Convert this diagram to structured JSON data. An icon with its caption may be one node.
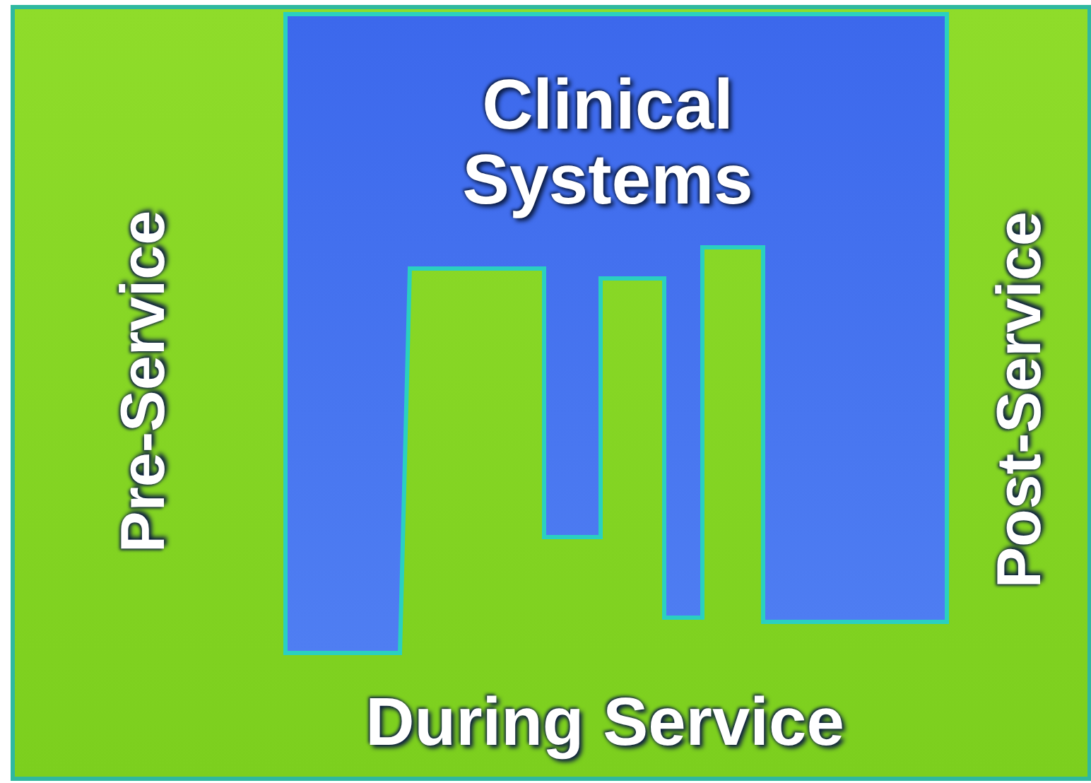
{
  "diagram": {
    "nodes": [
      {
        "text": [
          "Pre-Service",
          "During Service",
          "Post-Service"
        ]
      },
      {
        "text": [
          "Clinical Systems"
        ],
        "in": 0
      }
    ]
  }
}
